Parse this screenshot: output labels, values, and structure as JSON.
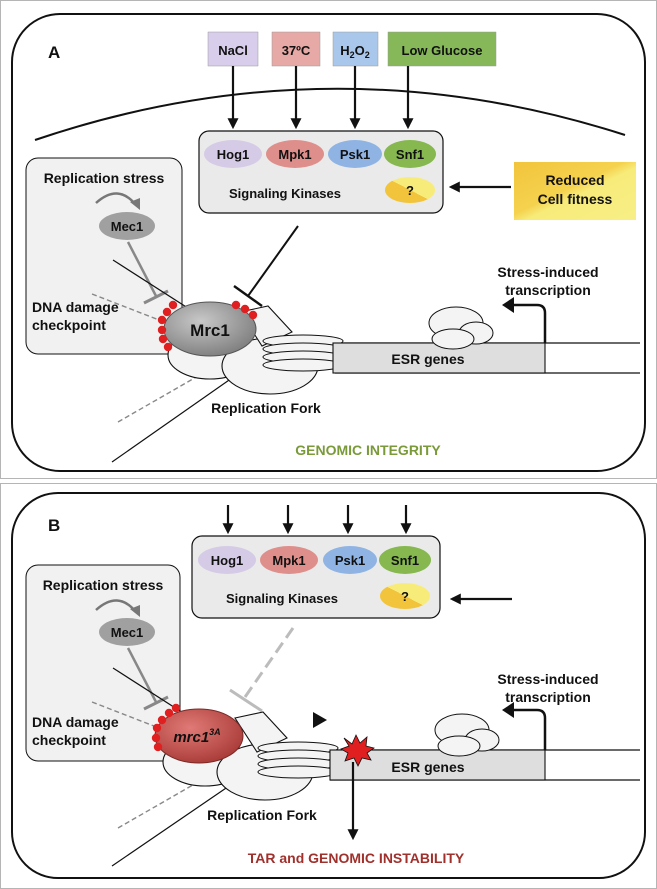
{
  "colors": {
    "nacl": "#d8cdea",
    "temp": "#e6a9a6",
    "h2o2": "#a9c7ea",
    "low_glucose": "#86b85a",
    "hog1": "#d5cbe6",
    "mpk1": "#de8f8b",
    "psk1": "#8fb4e4",
    "snf1": "#86b84f",
    "question_a": "#f2c43c",
    "question_b": "#f7ec7a",
    "fitness_a": "#f2c43c",
    "fitness_b": "#f7ec7a",
    "mrc1": "#9e9e9e",
    "mrc1_3a": "#c0504d",
    "phospho_dot": "#e02020",
    "mec1": "#a0a0a0",
    "integrity_text": "#7a9a3a",
    "instability_text": "#a0302c",
    "spark": "#e02020"
  },
  "panel_a": {
    "letter": "A",
    "stress_inputs": [
      {
        "label": "NaCl",
        "color_key": "nacl"
      },
      {
        "label": "37ºC",
        "color_key": "temp"
      },
      {
        "label_main": "H",
        "label_sub": "2",
        "label_mid": "O",
        "label_sub2": "2",
        "color_key": "h2o2"
      },
      {
        "label": "Low Glucose",
        "color_key": "low_glucose"
      }
    ],
    "kinases": [
      "Hog1",
      "Mpk1",
      "Psk1",
      "Snf1"
    ],
    "question": "?",
    "kinases_caption": "Signaling Kinases",
    "fitness_line1": "Reduced",
    "fitness_line2": "Cell fitness",
    "replication_stress": "Replication stress",
    "mec1": "Mec1",
    "checkpoint_line1": "DNA damage",
    "checkpoint_line2": "checkpoint",
    "mrc1": "Mrc1",
    "esr_genes": "ESR genes",
    "stress_tx_line1": "Stress-induced",
    "stress_tx_line2": "transcription",
    "replication_fork": "Replication Fork",
    "outcome": "GENOMIC INTEGRITY"
  },
  "panel_b": {
    "letter": "B",
    "kinases": [
      "Hog1",
      "Mpk1",
      "Psk1",
      "Snf1"
    ],
    "question": "?",
    "kinases_caption": "Signaling Kinases",
    "replication_stress": "Replication stress",
    "mec1": "Mec1",
    "checkpoint_line1": "DNA damage",
    "checkpoint_line2": "checkpoint",
    "mrc1_main": "mrc1",
    "mrc1_sup": "3A",
    "esr_genes": "ESR genes",
    "stress_tx_line1": "Stress-induced",
    "stress_tx_line2": "transcription",
    "replication_fork": "Replication Fork",
    "outcome": "TAR and GENOMIC INSTABILITY"
  }
}
